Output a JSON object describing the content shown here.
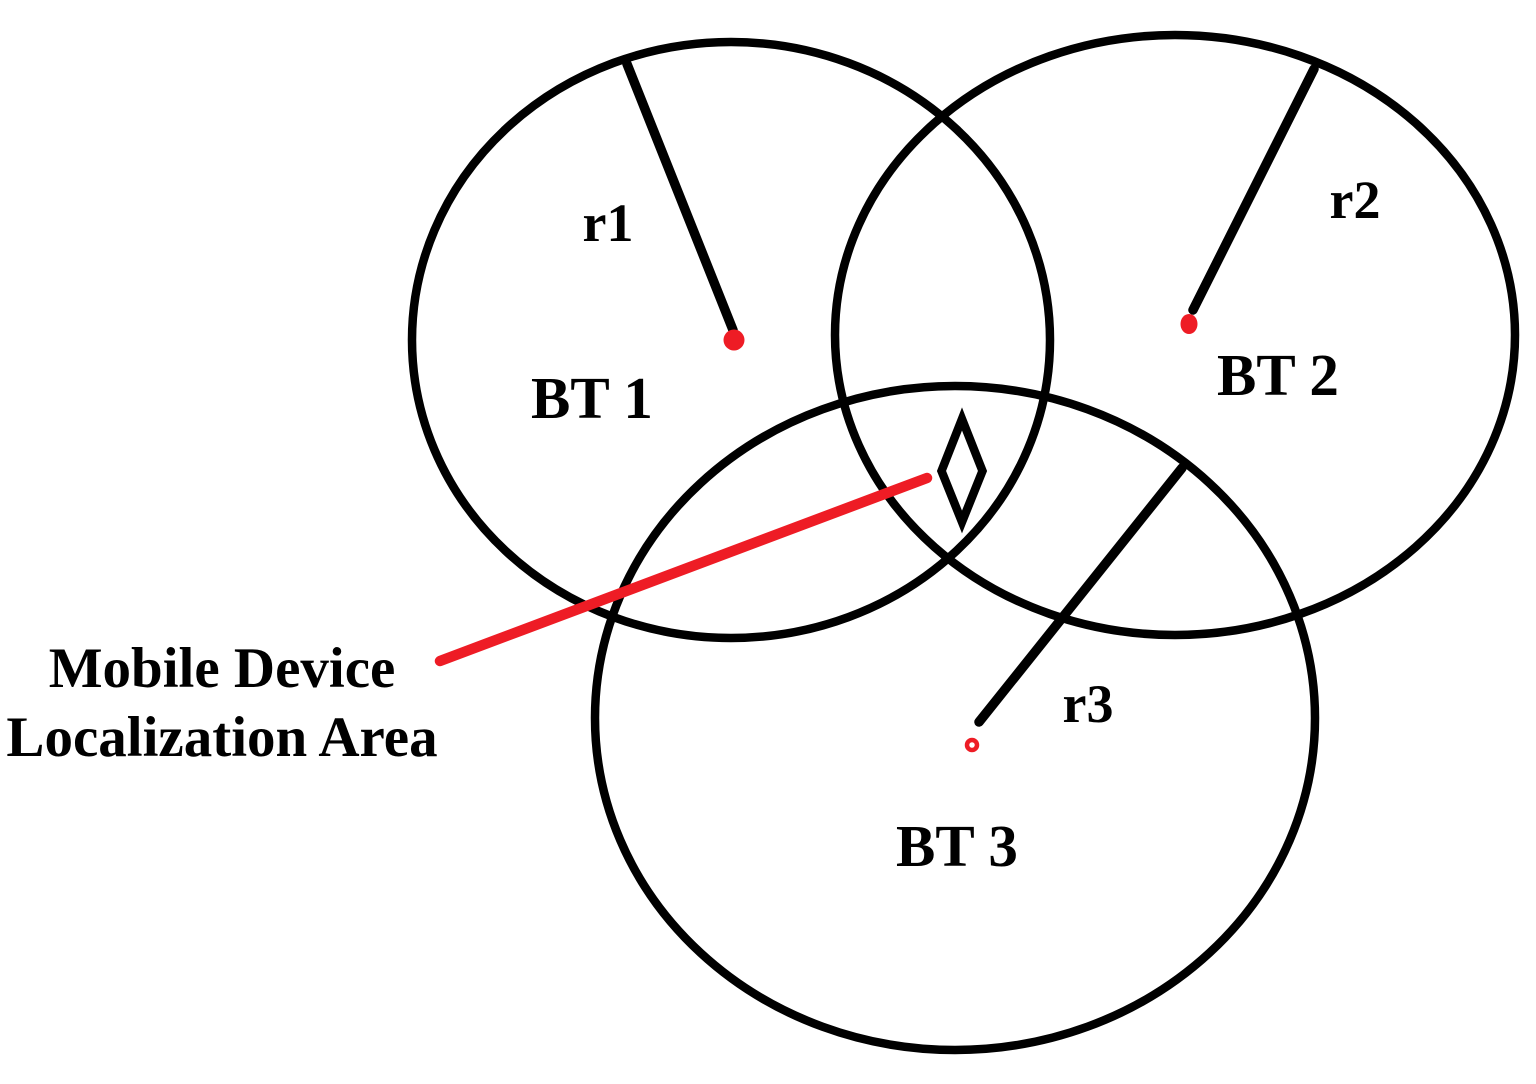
{
  "diagram": {
    "title_semantics": "Bluetooth trilateration localization diagram",
    "background": "#ffffff",
    "colors": {
      "stroke": "#000000",
      "red": "#ee1c25"
    },
    "beacons": [
      {
        "label": "BT 1",
        "radius_label": "r1"
      },
      {
        "label": "BT 2",
        "radius_label": "r2"
      },
      {
        "label": "BT 3",
        "radius_label": "r3"
      }
    ],
    "annotation": {
      "line1": "Mobile Device",
      "line2": "Localization Area"
    }
  }
}
